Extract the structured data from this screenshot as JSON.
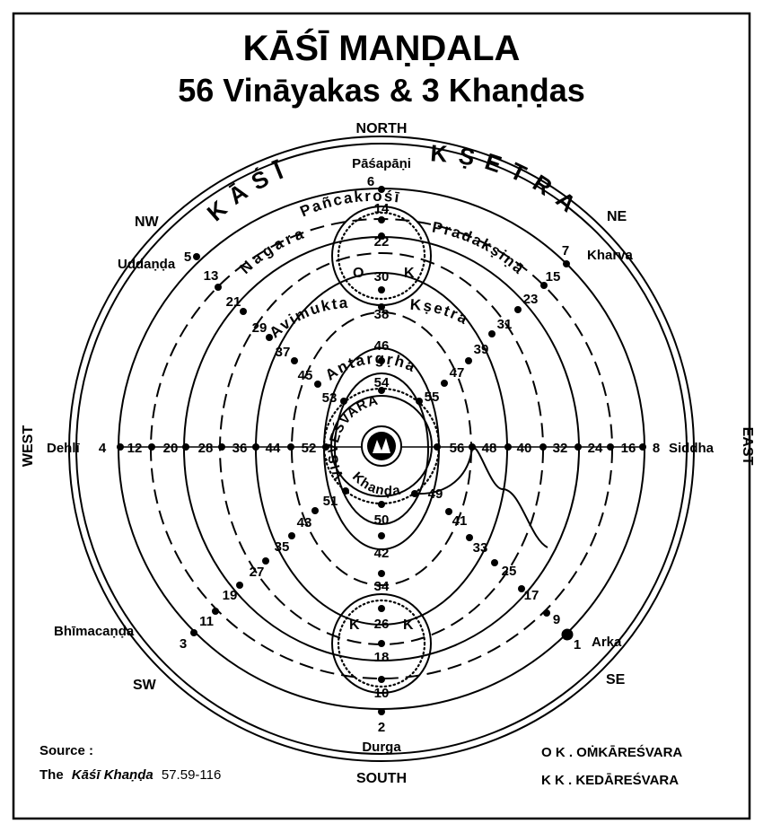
{
  "title_line1": "KĀŚĪ MAṆḌALA",
  "title_line2": "56 Vināyakas & 3 Khaṇḍas",
  "directions": {
    "north": "NORTH",
    "south": "SOUTH",
    "east": "EAST",
    "west": "WEST",
    "ne": "NE",
    "nw": "NW",
    "se": "SE",
    "sw": "SW"
  },
  "place_names": {
    "pasapani": "Pāśapāṇi",
    "kharva": "Kharva",
    "siddha": "Siddha",
    "arka": "Arka",
    "durga": "Durga",
    "bhimacanda": "Bhīmacaṇḍa",
    "dehli": "Dehlī",
    "udanda": "Uddaṇḍa"
  },
  "ring_labels": {
    "kasi_letters": [
      "K",
      "Ā",
      "Ś",
      "Ī"
    ],
    "ksetra_letters": [
      "K",
      "Ṣ",
      "E",
      "T",
      "R",
      "A"
    ],
    "pancakrosi": "Pañcakrośī",
    "nagara": "Nagara",
    "pradaksina": "Pradakṣiṇā",
    "avimukta": "Avimukta",
    "ksetra": "Kṣetra",
    "antargrha": "Antargṛha",
    "visvesvara": "VIŚVEŚVARA",
    "khanda": "Khaṇḍa"
  },
  "khanda_marks": {
    "north_left": "O",
    "north_right": "K",
    "south_left": "K",
    "south_right": "K"
  },
  "legend": {
    "ok": "O K .  OṀKĀREŚVARA",
    "kk": "K K .  KEDĀREŚVARA"
  },
  "source": {
    "label": "Source :",
    "prefix": "The",
    "work": "Kāśī Khaṇḍa",
    "ref": "57.59-116"
  },
  "vinayakas": [
    {
      "n": "1"
    },
    {
      "n": "2"
    },
    {
      "n": "3"
    },
    {
      "n": "4"
    },
    {
      "n": "5"
    },
    {
      "n": "6"
    },
    {
      "n": "7"
    },
    {
      "n": "8"
    },
    {
      "n": "9"
    },
    {
      "n": "10"
    },
    {
      "n": "11"
    },
    {
      "n": "12"
    },
    {
      "n": "13"
    },
    {
      "n": "14"
    },
    {
      "n": "15"
    },
    {
      "n": "16"
    },
    {
      "n": "17"
    },
    {
      "n": "18"
    },
    {
      "n": "19"
    },
    {
      "n": "20"
    },
    {
      "n": "21"
    },
    {
      "n": "22"
    },
    {
      "n": "23"
    },
    {
      "n": "24"
    },
    {
      "n": "25"
    },
    {
      "n": "26"
    },
    {
      "n": "27"
    },
    {
      "n": "28"
    },
    {
      "n": "29"
    },
    {
      "n": "30"
    },
    {
      "n": "31"
    },
    {
      "n": "32"
    },
    {
      "n": "33"
    },
    {
      "n": "34"
    },
    {
      "n": "35"
    },
    {
      "n": "36"
    },
    {
      "n": "37"
    },
    {
      "n": "38"
    },
    {
      "n": "39"
    },
    {
      "n": "40"
    },
    {
      "n": "41"
    },
    {
      "n": "42"
    },
    {
      "n": "43"
    },
    {
      "n": "44"
    },
    {
      "n": "45"
    },
    {
      "n": "46"
    },
    {
      "n": "47"
    },
    {
      "n": "48"
    },
    {
      "n": "49"
    },
    {
      "n": "50"
    },
    {
      "n": "51"
    },
    {
      "n": "52"
    },
    {
      "n": "53"
    },
    {
      "n": "54"
    },
    {
      "n": "55"
    },
    {
      "n": "56"
    }
  ]
}
